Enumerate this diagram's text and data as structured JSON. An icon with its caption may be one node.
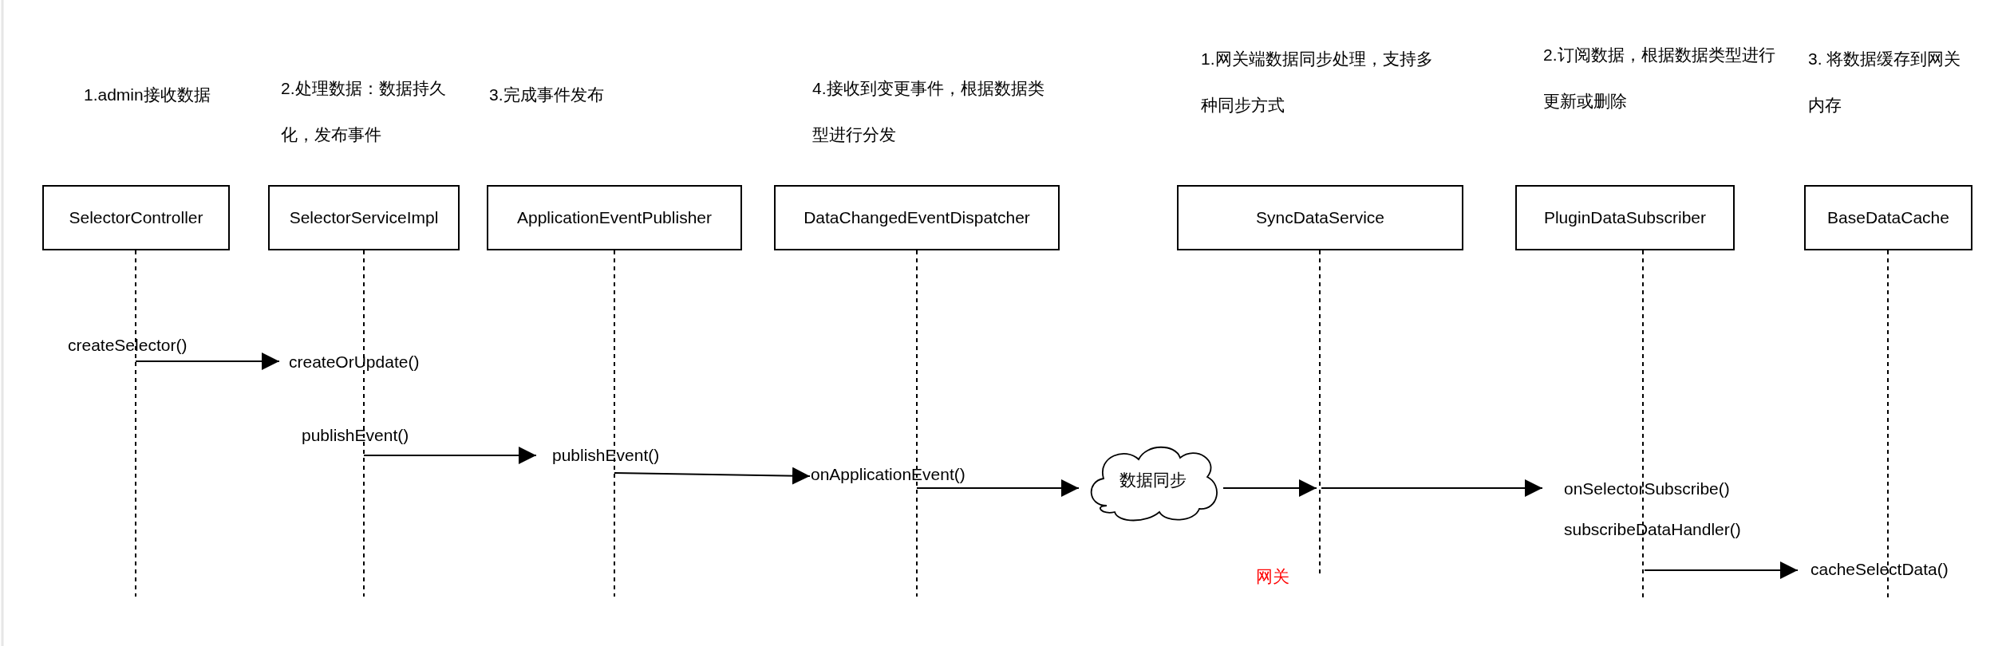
{
  "diagram": {
    "nodes": [
      {
        "text": [
          "SelectorController"
        ]
      },
      {
        "text": [
          "SelectorServiceImpl"
        ]
      },
      {
        "text": [
          "ApplicationEventPublisher"
        ]
      },
      {
        "text": [
          "DataChangedEventDispatcher"
        ]
      },
      {
        "text": [
          "SyncDataService"
        ]
      },
      {
        "text": [
          "PluginDataSubscriber"
        ]
      },
      {
        "text": [
          "BaseDataCache"
        ]
      },
      {
        "text": [
          "createSelector()"
        ]
      },
      {
        "text": [
          "createOrUpdate()"
        ]
      },
      {
        "text": [
          "publishEvent()"
        ]
      },
      {
        "text": [
          "publishEvent()"
        ]
      },
      {
        "text": [
          "onApplicationEvent()"
        ]
      },
      {
        "text": [
          "数据同步"
        ]
      },
      {
        "text": [
          "onSelectorSubscribe()"
        ]
      },
      {
        "text": [
          "subscribeDataHandler()"
        ]
      },
      {
        "text": [
          "cacheSelectData()"
        ]
      },
      {
        "text": [],
        "shape": "bar"
      },
      {
        "text": [],
        "shape": "bar"
      },
      {
        "text": [],
        "shape": "bar"
      },
      {
        "text": [],
        "shape": "bar"
      },
      {
        "text": [],
        "shape": "bar"
      },
      {
        "text": [],
        "shape": "bar"
      },
      {
        "text": [],
        "shape": "bar"
      }
    ],
    "edges": [
      {
        "from": 7,
        "to": 8,
        "arrow": "to"
      },
      {
        "from": 9,
        "to": 10,
        "arrow": "to"
      },
      {
        "from": 10,
        "to": 11,
        "arrow": "to"
      },
      {
        "from": 11,
        "to": 12,
        "arrow": "to"
      },
      {
        "from": 12,
        "to": 20,
        "arrow": "to"
      },
      {
        "from": 20,
        "to": 13,
        "arrow": "to"
      },
      {
        "from": 21,
        "to": 15,
        "arrow": "to"
      }
    ],
    "labels": [
      "1.admin接收数据",
      "2.处理数据：数据持久化，发布事件",
      "3.完成事件发布",
      "4.接收到变更事件，根据数据类型进行分发",
      "1.网关端数据同步处理，支持多种同步方式",
      "2.订阅数据，根据数据类型进行更新或删除",
      "3. 将数据缓存到网关内存",
      "网关"
    ]
  }
}
